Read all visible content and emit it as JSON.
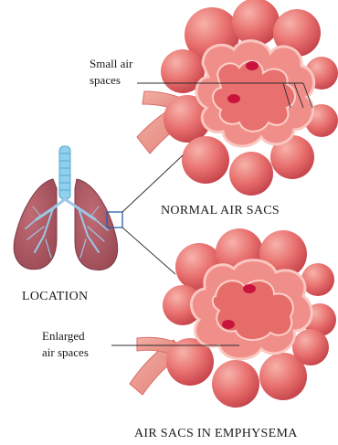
{
  "labels": {
    "small_air_spaces": [
      "Small air",
      "spaces"
    ],
    "enlarged_air_spaces": [
      "Enlarged",
      "air spaces"
    ],
    "normal_caption": "NORMAL AIR SACS",
    "location_caption": "LOCATION",
    "emphysema_caption": "AIR SACS IN EMPHYSEMA"
  },
  "colors": {
    "sac_fill": "#e8706e",
    "sac_dark": "#c9454a",
    "sac_light": "#f6a9a2",
    "sac_interior": "#f0918c",
    "lung_fill": "#b05a63",
    "lung_vein": "#9cc8e8",
    "trachea": "#8fd0ee",
    "pointer": "#2b2b2b"
  }
}
